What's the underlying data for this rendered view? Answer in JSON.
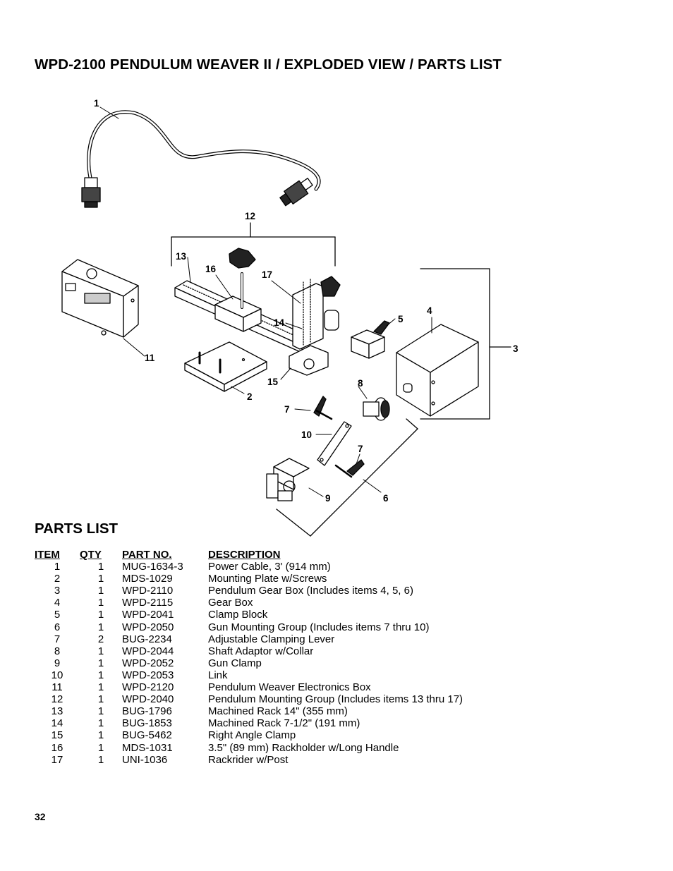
{
  "header": {
    "title": "WPD-2100 PENDULUM WEAVER  II / EXPLODED VIEW / PARTS LIST"
  },
  "diagram": {
    "callouts": [
      "1",
      "2",
      "3",
      "4",
      "5",
      "6",
      "7",
      "7",
      "8",
      "9",
      "10",
      "11",
      "12",
      "13",
      "14",
      "15",
      "16",
      "17"
    ]
  },
  "parts_list": {
    "heading": "PARTS LIST",
    "columns": [
      "ITEM",
      "QTY",
      "PART NO.",
      "DESCRIPTION"
    ],
    "rows": [
      {
        "item": "1",
        "qty": "1",
        "part": "MUG-1634-3",
        "desc": "Power Cable, 3' (914 mm)"
      },
      {
        "item": "2",
        "qty": "1",
        "part": "MDS-1029",
        "desc": "Mounting Plate w/Screws"
      },
      {
        "item": "3",
        "qty": "1",
        "part": "WPD-2110",
        "desc": "Pendulum Gear Box (Includes items 4, 5, 6)"
      },
      {
        "item": "4",
        "qty": "1",
        "part": "WPD-2115",
        "desc": "Gear Box"
      },
      {
        "item": "5",
        "qty": "1",
        "part": "WPD-2041",
        "desc": "Clamp Block"
      },
      {
        "item": "6",
        "qty": "1",
        "part": "WPD-2050",
        "desc": "Gun Mounting Group (Includes items 7 thru 10)"
      },
      {
        "item": "7",
        "qty": "2",
        "part": "BUG-2234",
        "desc": "Adjustable Clamping Lever"
      },
      {
        "item": "8",
        "qty": "1",
        "part": "WPD-2044",
        "desc": "Shaft Adaptor w/Collar"
      },
      {
        "item": "9",
        "qty": "1",
        "part": "WPD-2052",
        "desc": "Gun Clamp"
      },
      {
        "item": "10",
        "qty": "1",
        "part": "WPD-2053",
        "desc": "Link"
      },
      {
        "item": "11",
        "qty": "1",
        "part": "WPD-2120",
        "desc": "Pendulum Weaver Electronics Box"
      },
      {
        "item": "12",
        "qty": "1",
        "part": "WPD-2040",
        "desc": "Pendulum Mounting Group (Includes items 13 thru 17)"
      },
      {
        "item": "13",
        "qty": "1",
        "part": "BUG-1796",
        "desc": "Machined Rack 14\" (355 mm)"
      },
      {
        "item": "14",
        "qty": "1",
        "part": "BUG-1853",
        "desc": "Machined Rack 7-1/2\" (191 mm)"
      },
      {
        "item": "15",
        "qty": "1",
        "part": "BUG-5462",
        "desc": "Right Angle Clamp"
      },
      {
        "item": "16",
        "qty": "1",
        "part": "MDS-1031",
        "desc": "3.5\" (89 mm) Rackholder w/Long Handle"
      },
      {
        "item": "17",
        "qty": "1",
        "part": "UNI-1036",
        "desc": "Rackrider w/Post"
      }
    ]
  },
  "footer": {
    "page_number": "32"
  }
}
